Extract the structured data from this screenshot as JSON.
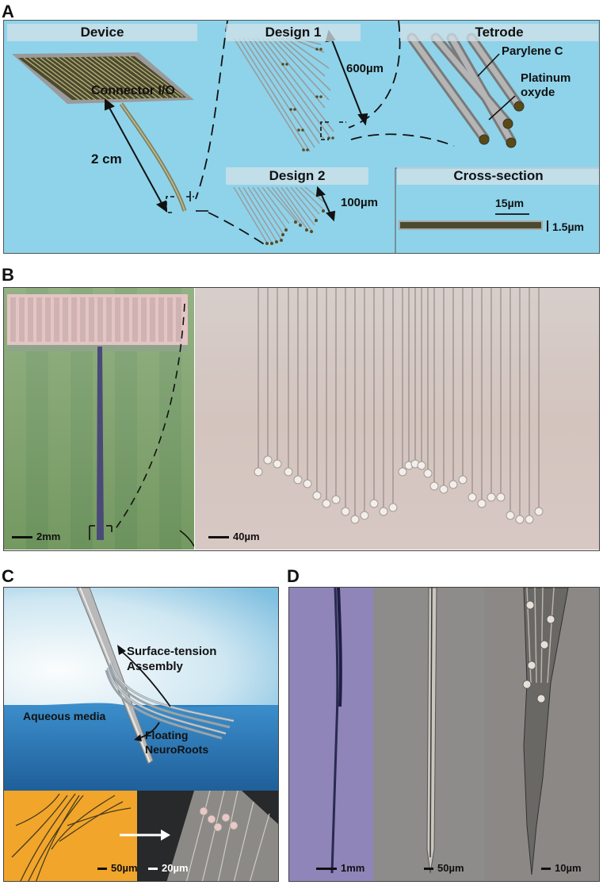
{
  "panels": {
    "a": {
      "letter": "A",
      "headers": {
        "device": "Device",
        "design1": "Design 1",
        "tetrode": "Tetrode",
        "design2": "Design 2",
        "cross_section": "Cross-section"
      },
      "labels": {
        "connector": "Connector I/O",
        "length": "2 cm",
        "pitch_600": "600µm",
        "pitch_100": "100µm",
        "parylene": "Parylene C",
        "platinum_1": "Platinum",
        "platinum_2": "oxyde",
        "width_15": "15µm",
        "thickness": "1.5µm"
      }
    },
    "b": {
      "letter": "B",
      "scale_left": "2mm",
      "scale_right": "40µm"
    },
    "c": {
      "letter": "C",
      "surface_1": "Surface-tension",
      "surface_2": "Assembly",
      "aqueous": "Aqueous media",
      "floating_1": "Floating",
      "floating_2": "NeuroRoots",
      "scale_left": "50µm",
      "scale_right": "20µm"
    },
    "d": {
      "letter": "D",
      "scale_1": "1mm",
      "scale_2": "50µm",
      "scale_3": "10µm"
    }
  },
  "colors": {
    "panel_a_bg": "#8ed3ea",
    "panel_b_left_bg": "#6f9a62",
    "panel_b_right_bg": "#d2c6c2",
    "panel_c_sky": "#d6e9f2",
    "panel_c_water": "#2e7fbf",
    "panel_c_orange": "#f2a62a",
    "panel_d_purple": "#8f85b8",
    "panel_d_grey": "#8e8a88"
  }
}
